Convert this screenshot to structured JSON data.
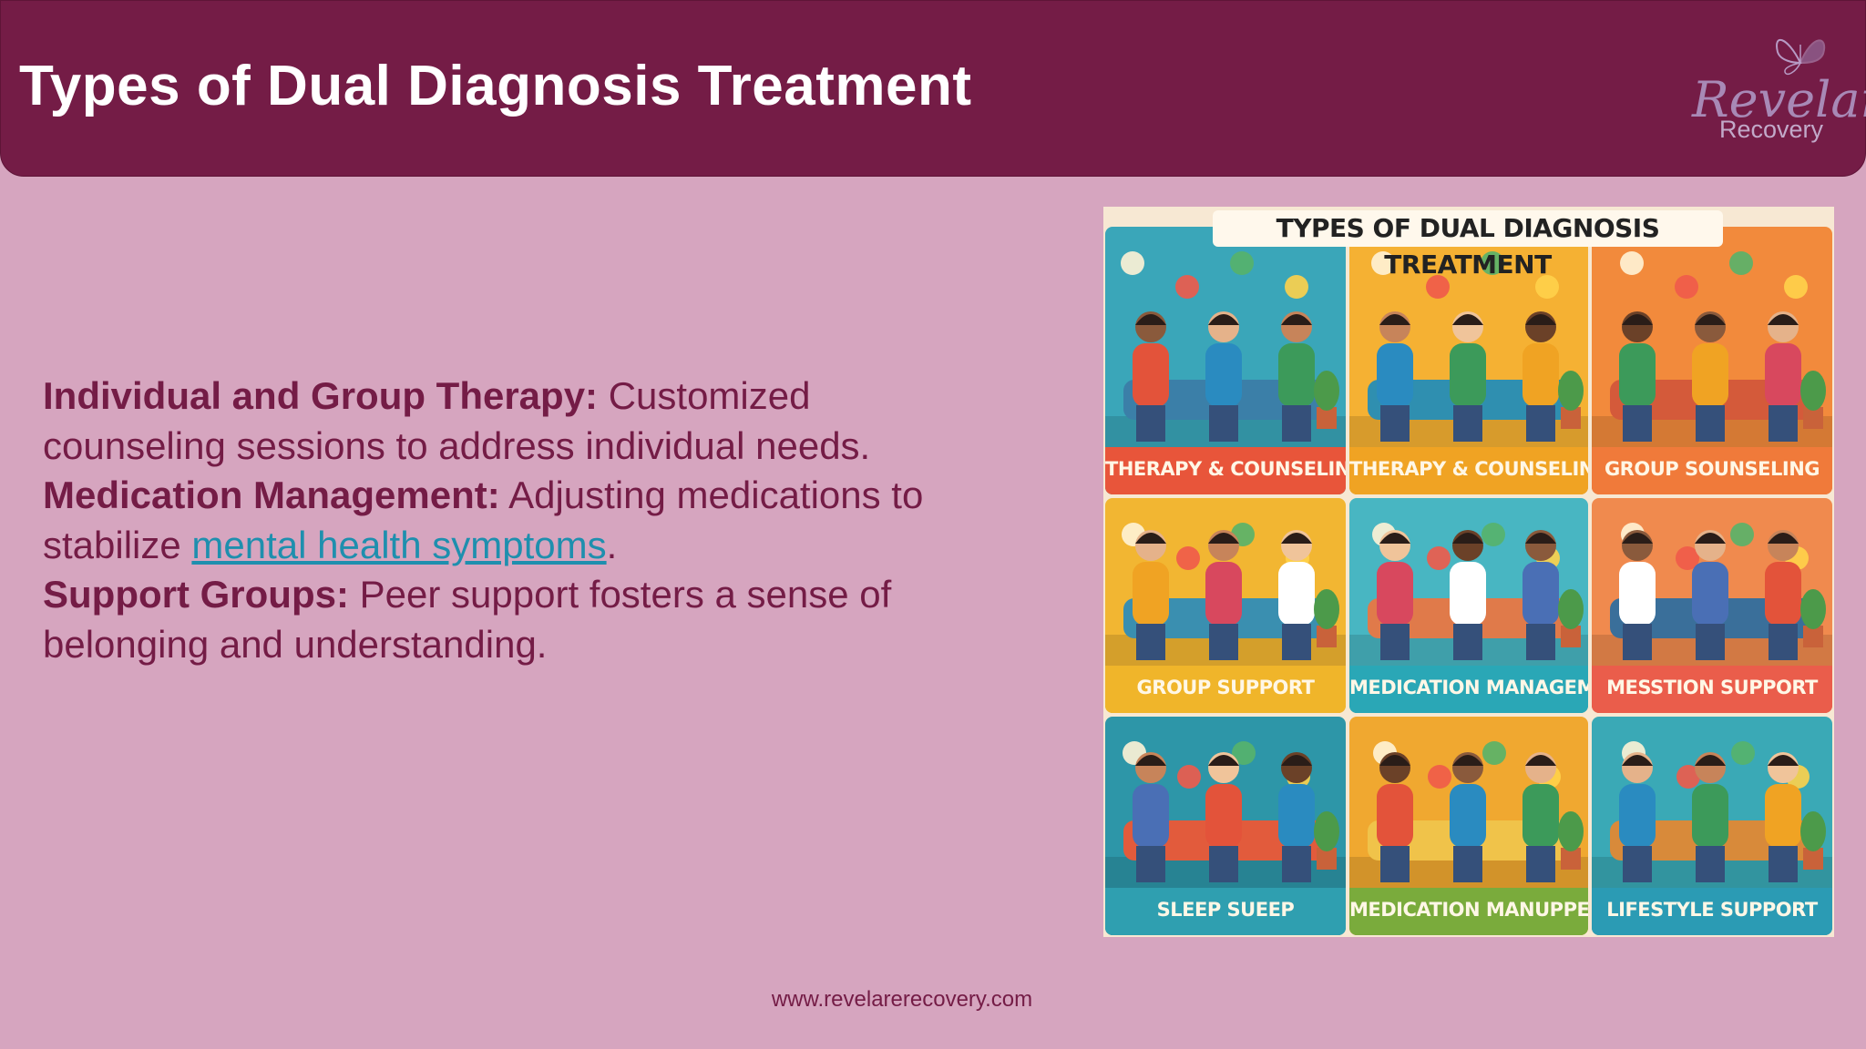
{
  "header": {
    "title": "Types of Dual Diagnosis Treatment"
  },
  "logo": {
    "word": "Revelare",
    "sub": "Recovery"
  },
  "content": {
    "items": [
      {
        "heading": "Individual and Group Therapy:",
        "text": " Customized counseling sessions to address individual needs."
      },
      {
        "heading": "Medication Management:",
        "text_before": " Adjusting medications to stabilize ",
        "link": "mental health symptoms",
        "text_after": "."
      },
      {
        "heading": "Support Groups:",
        "text": " Peer support fosters a sense of belonging and understanding."
      }
    ]
  },
  "infographic": {
    "title": "TYPES OF DUAL DIAGNOSIS TREATMENT",
    "panels": [
      {
        "label": "THERAPY & COUNSELING",
        "color": "#e8553a"
      },
      {
        "label": "THERAPY & COUNSELING",
        "color": "#f0a323"
      },
      {
        "label": "GROUP SOUNSELING",
        "color": "#f07a3a"
      },
      {
        "label": "GROUP SUPPORT",
        "color": "#f0b52a"
      },
      {
        "label": "MEDICATION MANAGEMENT",
        "color": "#2aa7b6"
      },
      {
        "label": "MESSTION SUPPORT",
        "color": "#ea5d4b"
      },
      {
        "label": "SLEEP  SUEEP",
        "color": "#2f9fb0"
      },
      {
        "label": "MEDICATION MANUPPENT",
        "color": "#7aab3c"
      },
      {
        "label": "LIFESTYLE SUPPORT",
        "color": "#2b9bb4"
      }
    ]
  },
  "footer": {
    "url": "www.revelarerecovery.com"
  }
}
